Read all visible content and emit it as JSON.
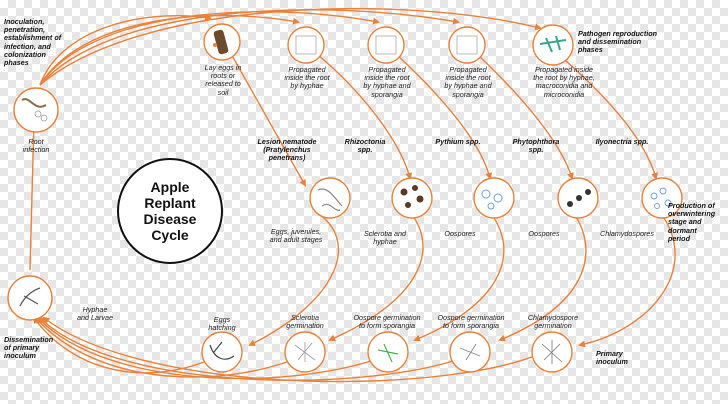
{
  "title": "Apple\nReplant\nDisease\nCycle",
  "colors": {
    "arrow": "#e8823a",
    "circle_stroke": "#e8823a",
    "text": "#222222"
  },
  "labels": {
    "inoculation": "Inoculation,\npenetration,\nestablishment of\ninfection, and\ncolonization\nphases",
    "root_infection": "Root\ninfection",
    "lay_eggs": "Lay eggs in\nroots or\nreleased to\nsoil",
    "prop_hyphae": "Propagated\ninside the root\nby hyphae",
    "prop_sporangia_1": "Propagated\ninside the root\nby hyphae and\nsporangia",
    "prop_sporangia_2": "Propagated\ninside the root\nby hyphae and\nsporangia",
    "pathogen_repro": "Pathogen reproduction\nand dissemination\nphases",
    "prop_macro": "Propagated inside\nthe root by hyphae,\nmacroconidia and\nmicroconidia",
    "lesion_nematode": "Lesion nematode\n(Pratylenchus\npenetrans)",
    "rhizoctonia": "Rhizoctonia\nspp.",
    "pythium": "Pythium spp.",
    "phytophthora": "Phytophthora\nspp.",
    "ilyonectria": "Ilyonectria spp.",
    "eggs_juveniles": "Eggs, juveniles,\nand adult stages",
    "sclerotia_hyphae": "Sclerotia and\nhyphae",
    "oospores_1": "Oospores",
    "oospores_2": "Oospores",
    "chlamydospores": "Chlamydospores",
    "overwintering": "Production of\noverwintering\nstage and\ndormant\nperiod",
    "hyphae_larvae": "Hyphae\nand Larvae",
    "dissemination": "Dissemination\nof primary\ninoculum",
    "eggs_hatching": "Eggs\nhatching",
    "sclerotia_germ": "Sclerotia\ngermination",
    "oospore_germ_1": "Oospore germination\nto form sporangia",
    "oospore_germ_2": "Oospore germination\nto form sporangia",
    "chlamydospore_germ": "Chlamydospore\ngermination",
    "primary_inoculum": "Primary\ninoculum"
  }
}
